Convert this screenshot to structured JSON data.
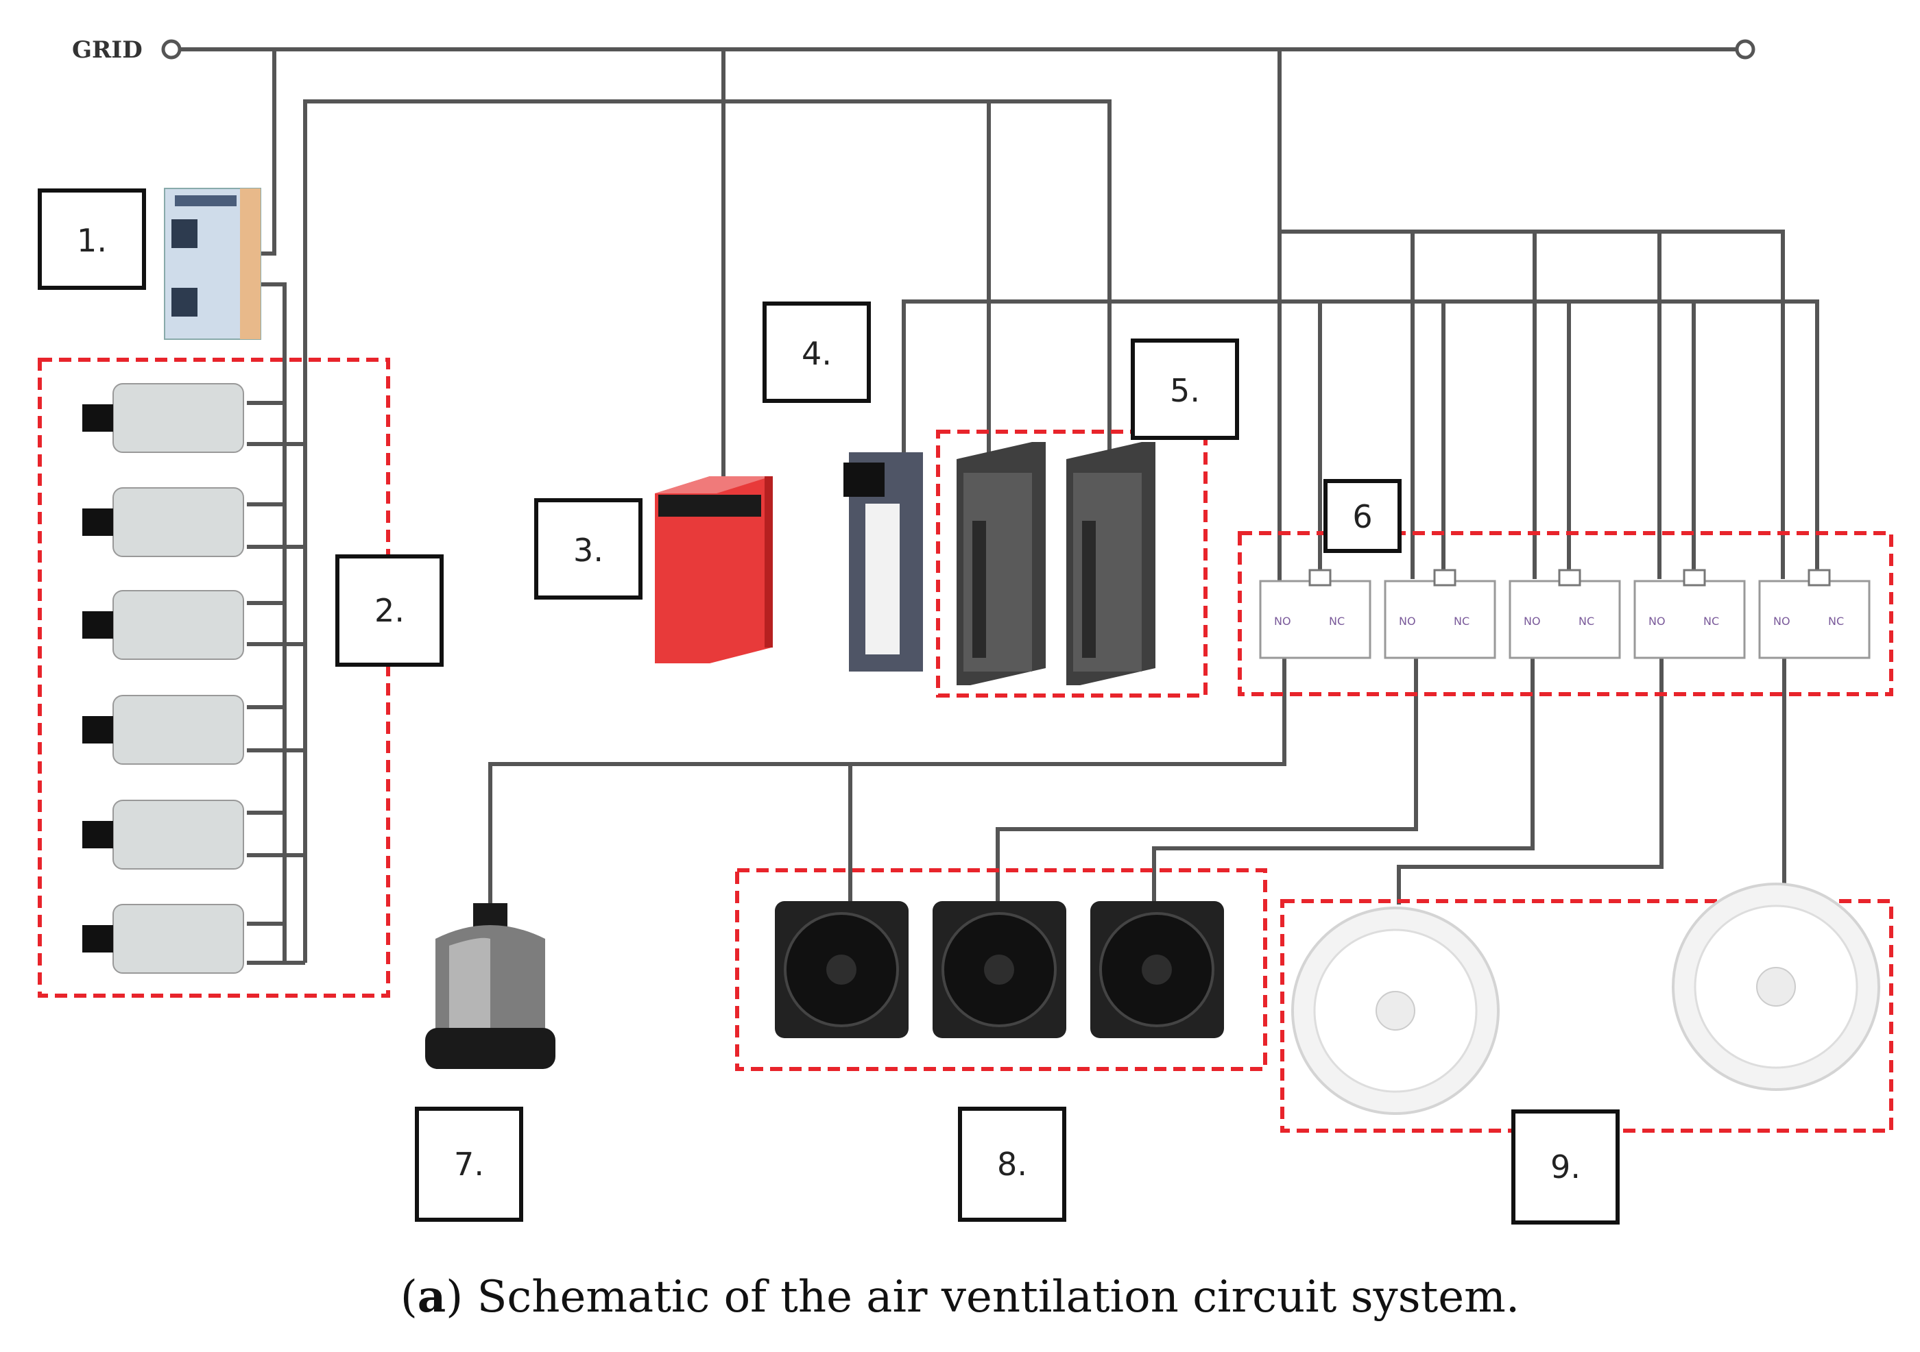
{
  "grid_label": "GRID",
  "component_labels": {
    "c1": "1.",
    "c2": "2.",
    "c3": "3.",
    "c4": "4.",
    "c5": "5.",
    "c6": "6",
    "c7": "7.",
    "c8": "8.",
    "c9": "9."
  },
  "relay_contacts": {
    "no": "NO",
    "nc": "NC"
  },
  "caption": {
    "tag": "a",
    "text": " Schematic of the air ventilation circuit system."
  },
  "colors": {
    "wire": "#555555",
    "group_border": "#e8242b",
    "plc_red": "#e83a3a"
  }
}
